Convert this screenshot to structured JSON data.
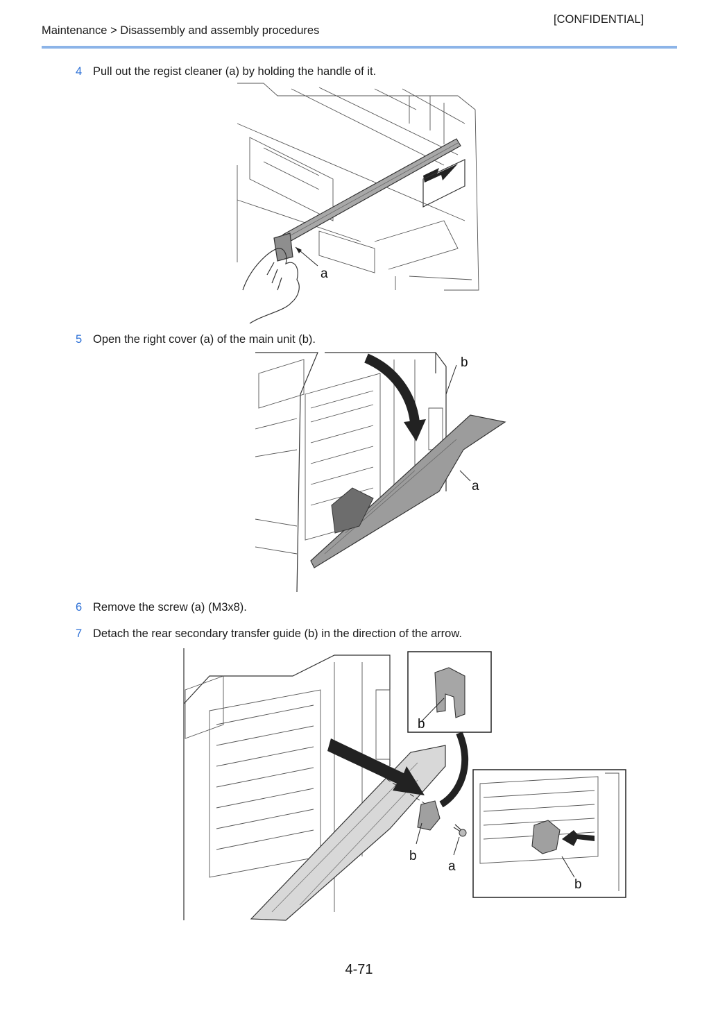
{
  "header": {
    "confidential": "[CONFIDENTIAL]",
    "breadcrumb": "Maintenance > Disassembly and assembly procedures"
  },
  "steps": [
    {
      "number": "4",
      "text": "Pull out the regist cleaner (a) by holding the handle of it."
    },
    {
      "number": "5",
      "text": "Open the right cover (a) of the main unit (b)."
    },
    {
      "number": "6",
      "text": "Remove the screw (a) (M3x8)."
    },
    {
      "number": "7",
      "text": "Detach the rear secondary transfer guide (b) in the direction of the arrow."
    }
  ],
  "figures": {
    "fig1": {
      "callouts": [
        "a"
      ]
    },
    "fig2": {
      "callouts": [
        "b",
        "a"
      ]
    },
    "fig3": {
      "callouts": [
        "b",
        "b",
        "a",
        "b"
      ]
    }
  },
  "footer": {
    "page_number": "4-71"
  },
  "colors": {
    "accent_rule": "#8cb4e8",
    "step_number": "#2b6fd6"
  }
}
